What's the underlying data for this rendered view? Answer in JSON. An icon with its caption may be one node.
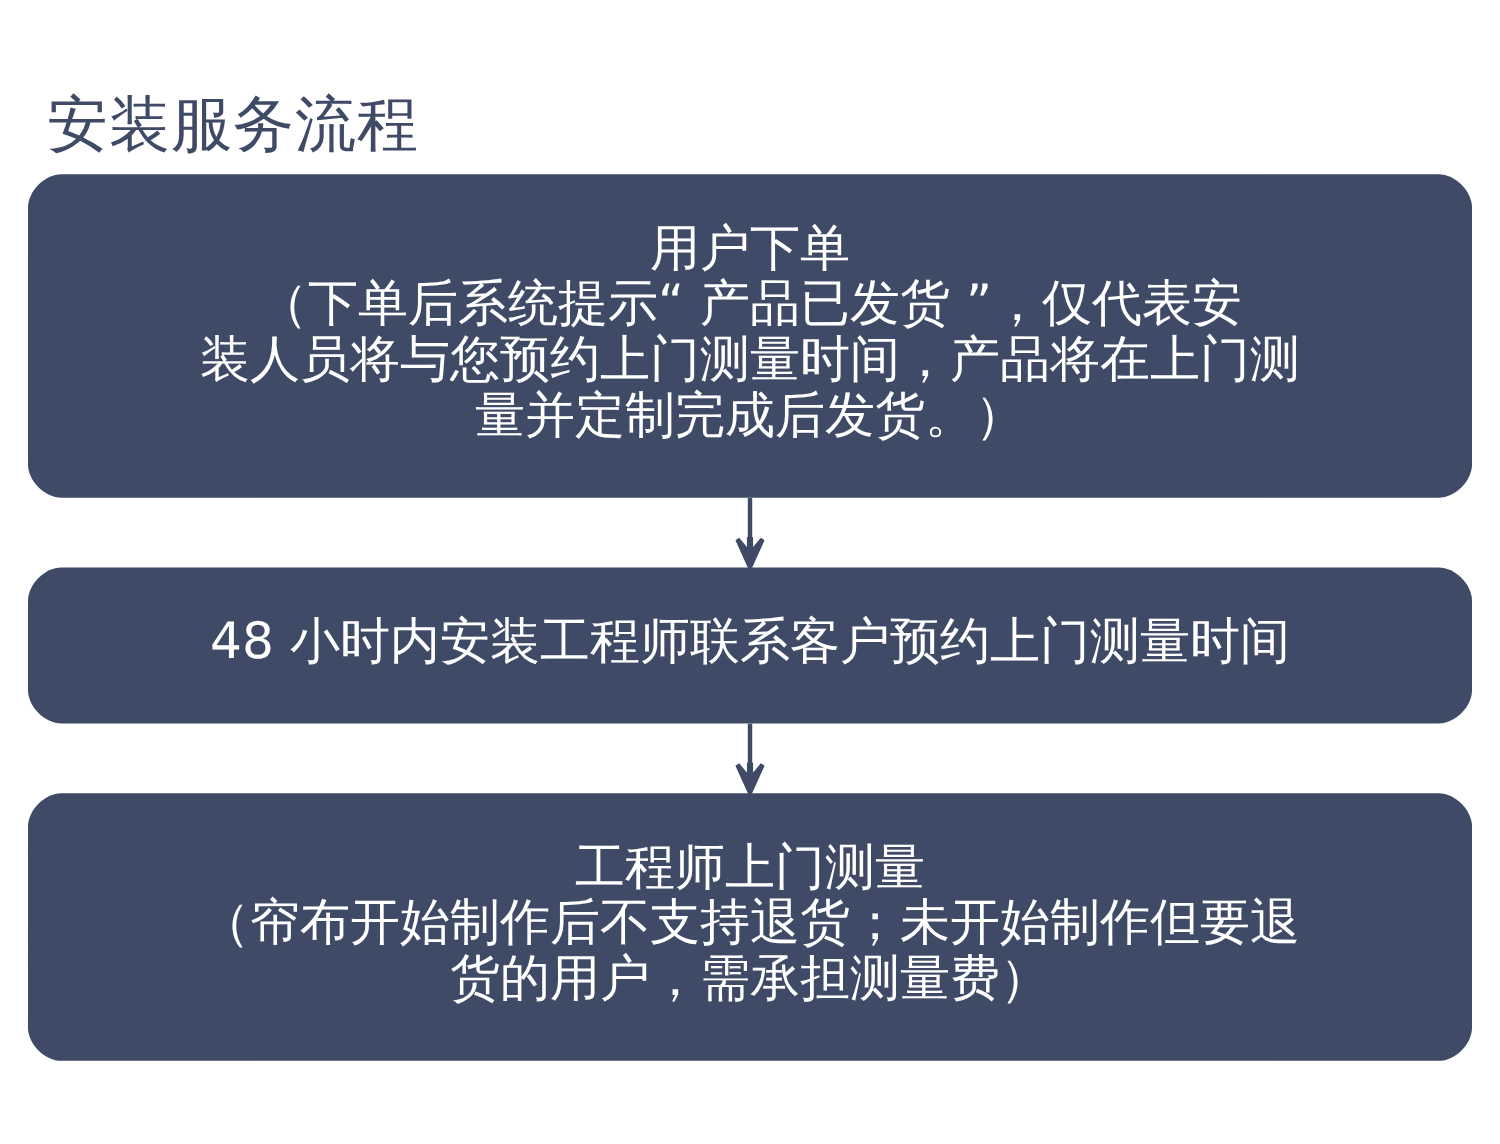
{
  "diagram": {
    "title": "安装服务流程",
    "nodes": [
      {
        "text": [
          "用户下单",
          "（下单后系统提示“ 产品已发货 ”，仅代表安装人员将与您预约上门测量时间，产品将在上门测量并定制完成后发货。）"
        ]
      },
      {
        "text": [
          "48 小时内安装工程师联系客户预约上门测量时间"
        ]
      },
      {
        "text": [
          "工程师上门测量",
          "（帘布开始制作后不支持退货；未开始制作但要退货的用户，需承担测量费）"
        ]
      }
    ],
    "edges": [
      {
        "from": 0,
        "to": 1,
        "arrow": "to"
      },
      {
        "from": 1,
        "to": 2,
        "arrow": "to"
      }
    ]
  }
}
